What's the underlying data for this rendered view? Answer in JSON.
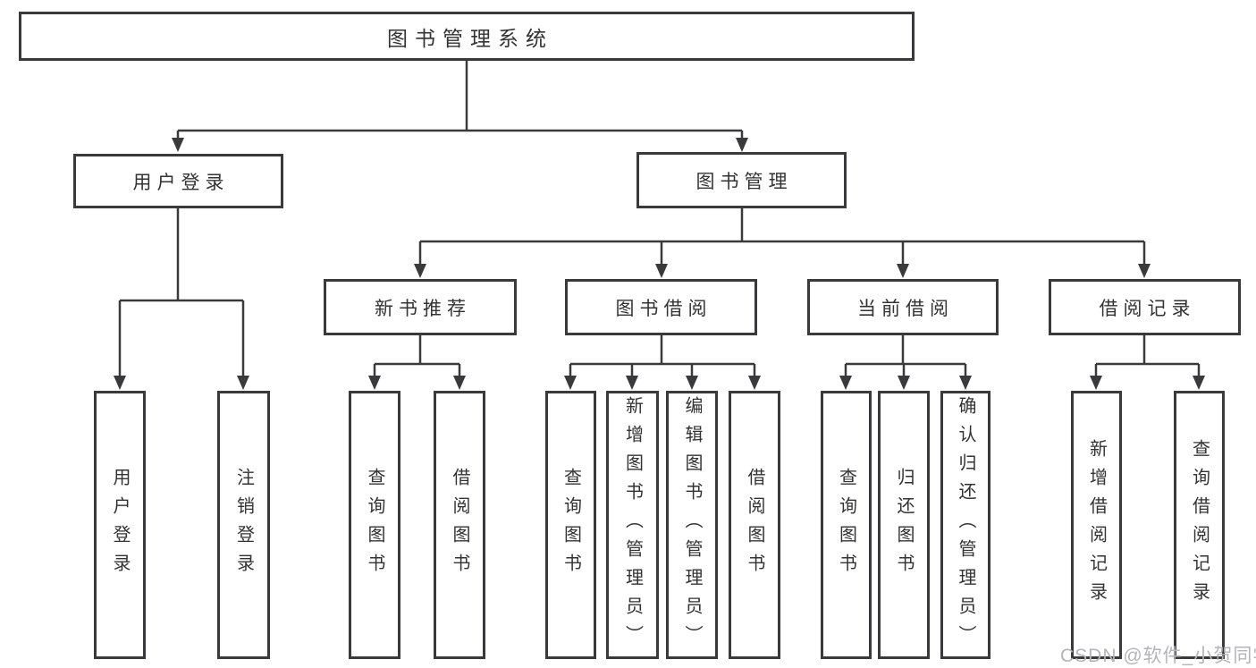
{
  "diagram": {
    "root": {
      "label": "图书管理系统"
    },
    "branches": [
      {
        "label": "用户登录",
        "leaves": [
          "用户登录",
          "注销登录"
        ]
      },
      {
        "label": "图书管理",
        "groups": [
          {
            "label": "新书推荐",
            "leaves": [
              "查询图书",
              "借阅图书"
            ]
          },
          {
            "label": "图书借阅",
            "leaves": [
              "查询图书",
              "新增图书（管理员）",
              "编辑图书（管理员）",
              "借阅图书"
            ]
          },
          {
            "label": "当前借阅",
            "leaves": [
              "查询图书",
              "归还图书",
              "确认归还（管理员）"
            ]
          },
          {
            "label": "借阅记录",
            "leaves": [
              "新增借阅记录",
              "查询借阅记录"
            ]
          }
        ]
      }
    ]
  },
  "watermark": "CSDN @软件_小贺同学",
  "colors": {
    "line": "#3a3a3c",
    "text": "#333333",
    "watermark": "#b4b4ba",
    "background": "#ffffff"
  }
}
